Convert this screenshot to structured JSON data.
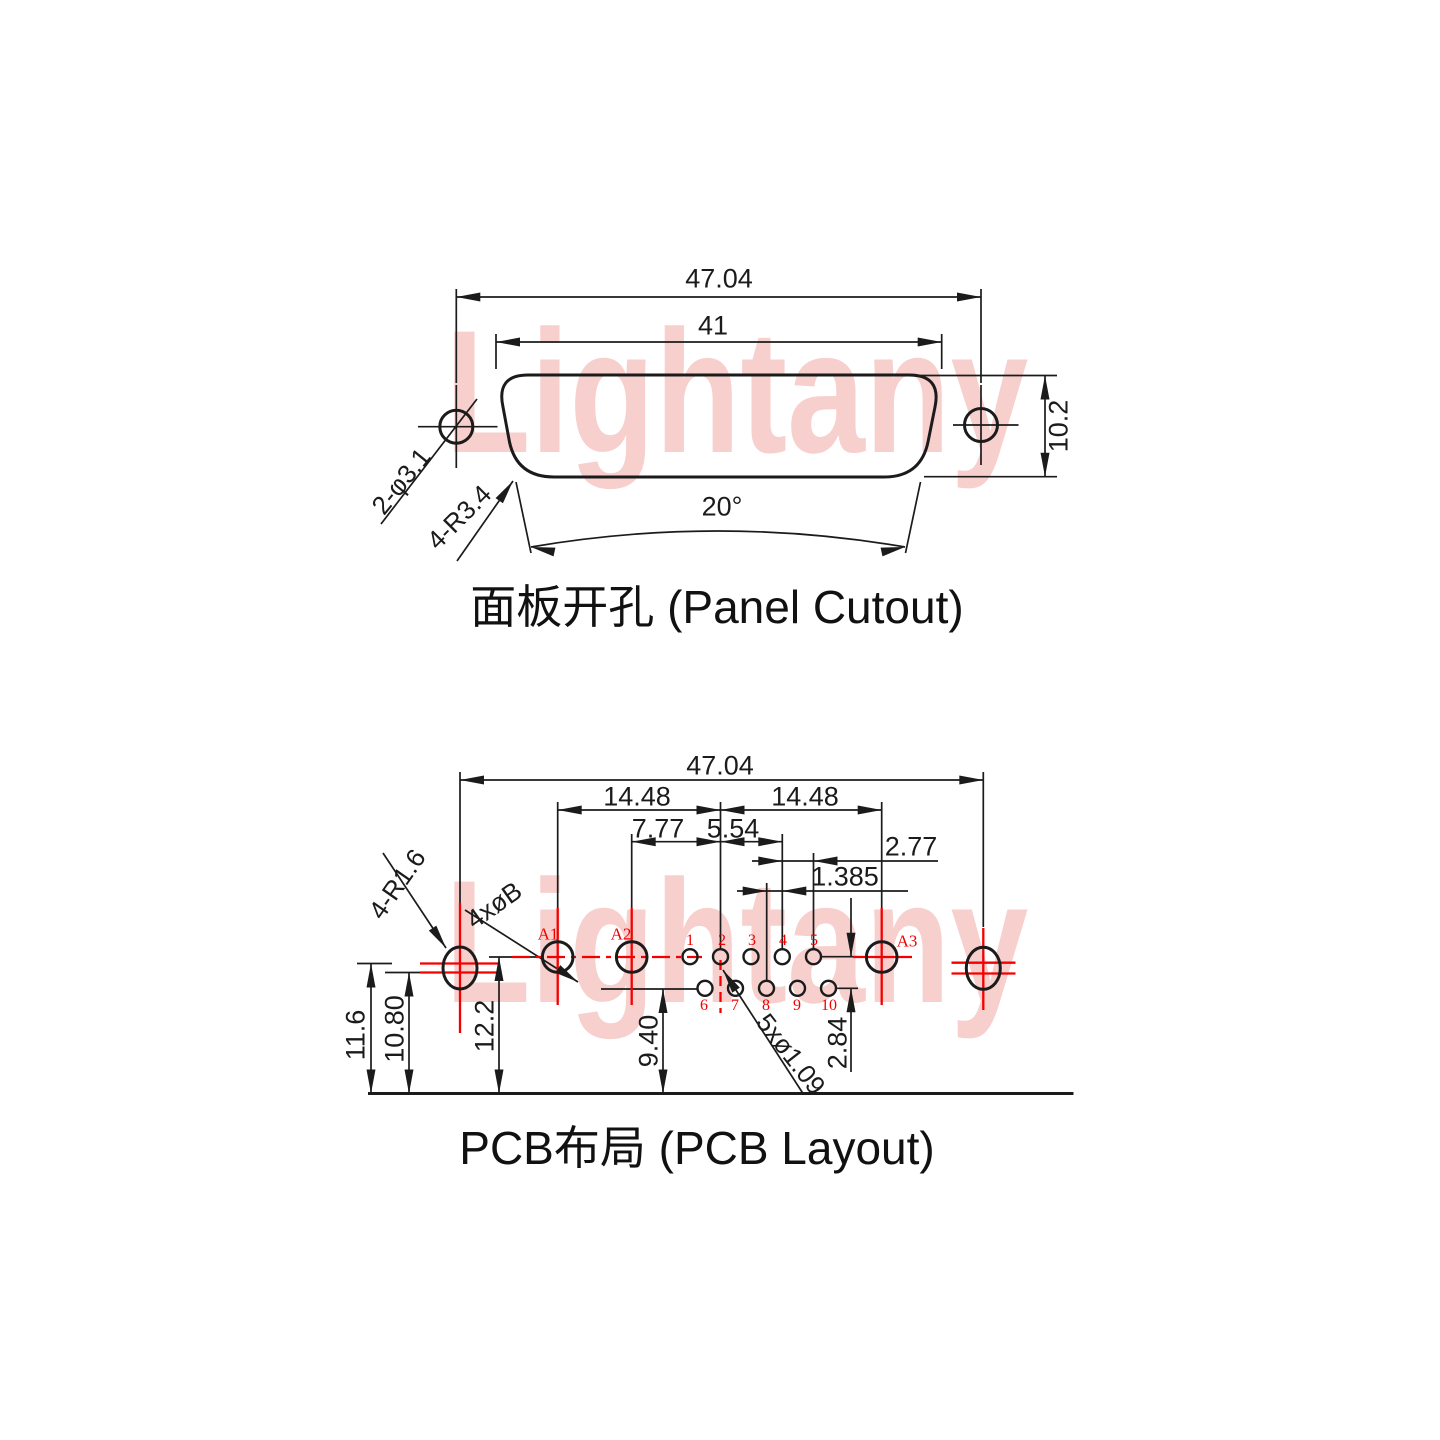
{
  "watermark": "Lightany",
  "colors": {
    "line": "#1b1b1b",
    "red": "#f40000",
    "watermark": "#f7cfcc"
  },
  "panel_cutout": {
    "title": "面板开孔 (Panel Cutout)",
    "dims": {
      "outer_width": "47.04",
      "inner_width": "41",
      "height": "10.2",
      "side_angle": "20°"
    },
    "labels": {
      "mount_holes": "2-φ3.1",
      "corner_radius": "4-R3.4"
    }
  },
  "pcb_layout": {
    "title": "PCB布局 (PCB Layout)",
    "dims": {
      "outer_width": "47.04",
      "left_span": "14.48",
      "right_span": "14.48",
      "a2_offset": "7.77",
      "pin4_offset": "5.54",
      "pin_pitch": "2.77",
      "row_offset": "1.385",
      "row_spacing": "2.84",
      "hole_height_upper": "11.6",
      "hole_height_lower": "10.80",
      "main_row_height": "12.2",
      "pin_row_height": "9.40"
    },
    "labels": {
      "corner_radius": "4-R1.6",
      "big_holes": "4xøB",
      "small_holes": "5xø1.09",
      "pad1": "A1",
      "pad2": "A2",
      "pad3": "A3"
    },
    "pins": [
      "1",
      "2",
      "3",
      "4",
      "5",
      "6",
      "7",
      "8",
      "9",
      "10"
    ]
  }
}
